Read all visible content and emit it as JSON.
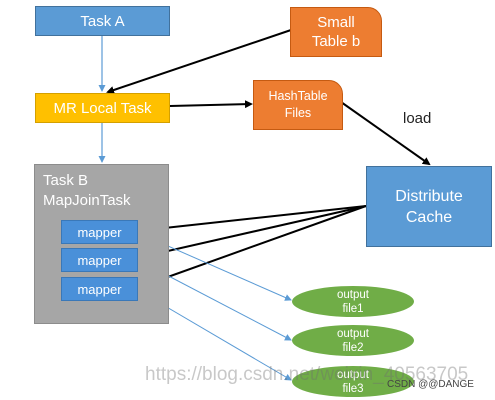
{
  "nodes": {
    "task_a": "Task A",
    "mr_local_task": "MR Local Task",
    "small_table": [
      "Small",
      "Table b"
    ],
    "hashtable_files": [
      "HashTable",
      "Files"
    ],
    "distribute_cache": [
      "Distribute",
      "Cache"
    ],
    "task_b": [
      "Task B",
      "MapJoinTask"
    ],
    "mappers": [
      "mapper",
      "mapper",
      "mapper"
    ],
    "outputs": [
      [
        "output",
        "file1"
      ],
      [
        "output",
        "file2"
      ],
      [
        "output",
        "file3"
      ]
    ]
  },
  "edge_labels": {
    "load": "load"
  },
  "watermark": "https://blog.csdn.net/weixin_40563705",
  "credit": "CSDN @@DANGE",
  "colors": {
    "task_blue": "#5b9bd5",
    "local_task_yellow": "#ffc000",
    "file_orange": "#ed7d31",
    "task_b_gray": "#a6a6a6",
    "output_green": "#70ad47",
    "thin_arrow_blue": "#5b9bd5",
    "thick_arrow": "#000000"
  }
}
